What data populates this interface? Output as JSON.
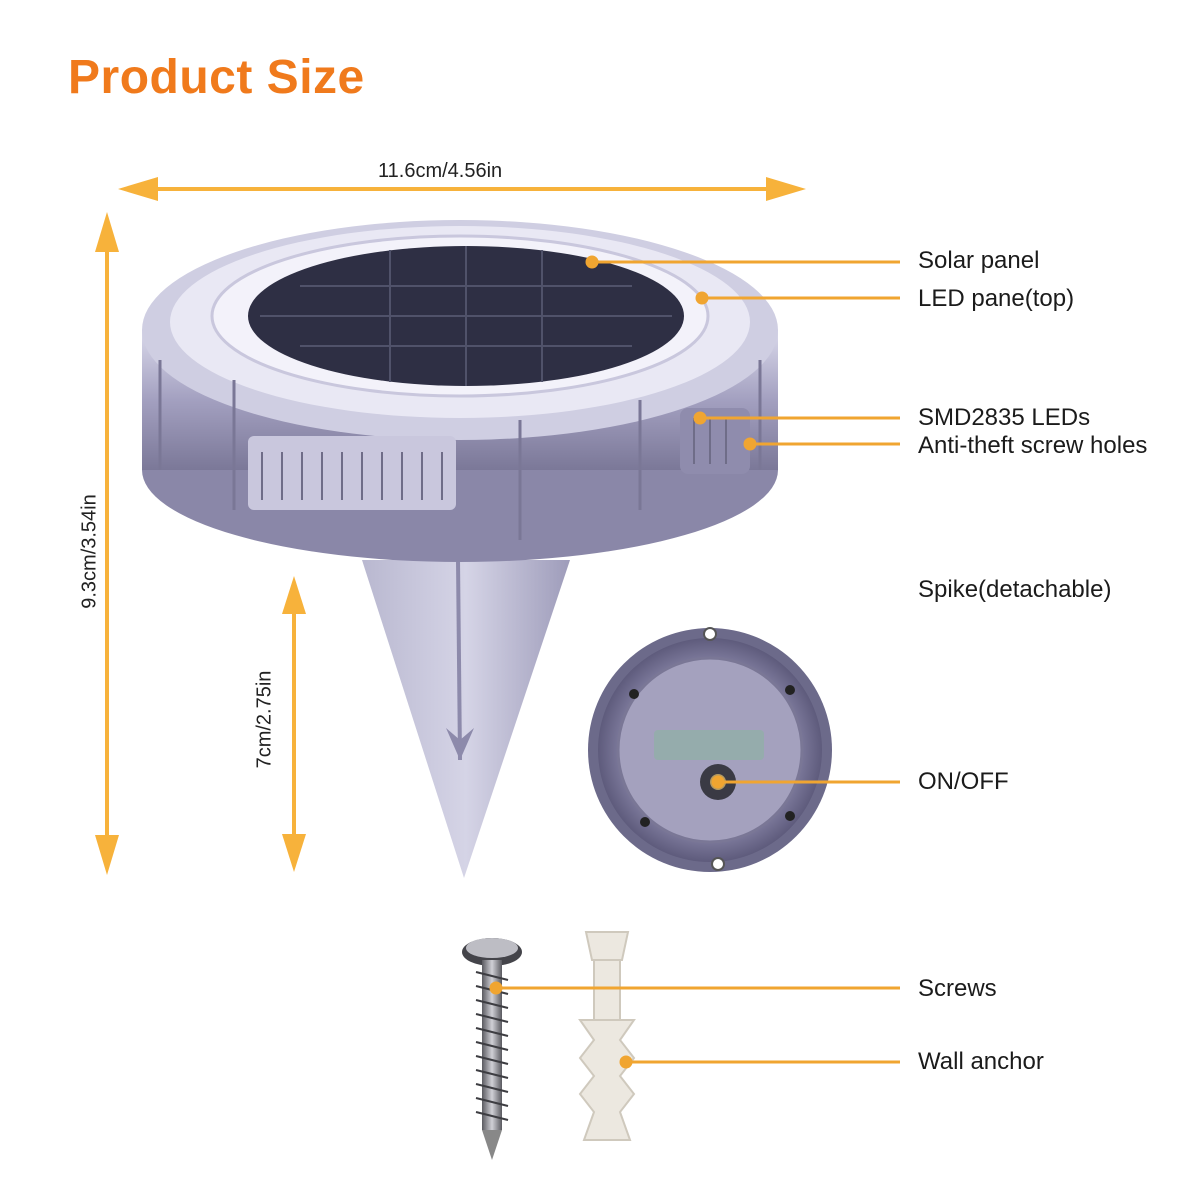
{
  "title": "Product Size",
  "dimensions": {
    "width": "11.6cm/4.56in",
    "height": "9.3cm/3.54in",
    "spike": "7cm/2.75in"
  },
  "callouts": {
    "solar_panel": "Solar panel",
    "led_pane": "LED pane(top)",
    "smd_leds": "SMD2835 LEDs",
    "screw_holes": "Anti-theft screw holes",
    "spike": "Spike(detachable)",
    "switch": "ON/OFF",
    "screws": "Screws",
    "wall_anchor": "Wall anchor"
  },
  "colors": {
    "title": "#f07a1c",
    "arrow": "#f7b23b",
    "leader": "#f0a531",
    "body": "#9a97b6",
    "panel": "#2e2f44"
  },
  "icons": [
    "solar-disk-light-image",
    "light-bottom-view-image",
    "screw-image",
    "wall-anchor-image"
  ]
}
